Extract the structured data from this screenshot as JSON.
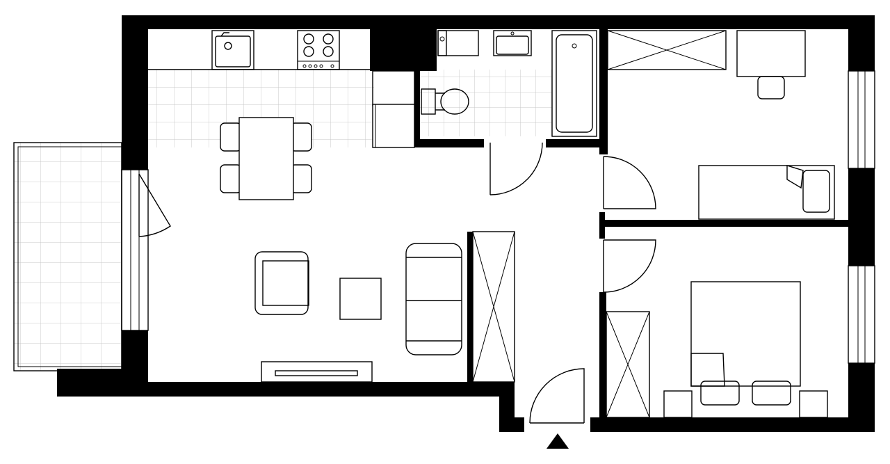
{
  "plan": {
    "rooms": [
      "living-kitchen",
      "bathroom",
      "bedroom-top",
      "bedroom-bottom",
      "balcony",
      "hallway"
    ],
    "entrance_marker": "triangle",
    "colors": {
      "wall": "#000000",
      "line": "#000000",
      "tile_grid": "#c9c9c9",
      "background": "#ffffff"
    }
  }
}
